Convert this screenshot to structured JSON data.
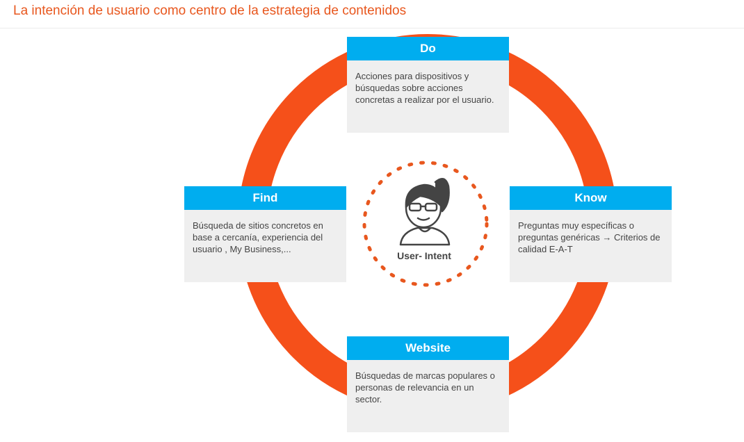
{
  "title": "La intención de usuario como centro de la estrategia de contenidos",
  "colors": {
    "title": "#e8571e",
    "ring": "#f5501a",
    "header": "#00adef",
    "card_bg": "#efefef",
    "dots": "#e8571e",
    "text": "#444444"
  },
  "center": {
    "label": "User- Intent",
    "icon": "woman-avatar-icon"
  },
  "cards": {
    "do": {
      "title": "Do",
      "body": "Acciones para dispositivos y búsquedas sobre acciones concretas a realizar por el usuario."
    },
    "find": {
      "title": "Find",
      "body": "Búsqueda de sitios concretos en base a cercanía, experiencia del usuario , My Business,..."
    },
    "know": {
      "title": "Know",
      "body": "Preguntas muy específicas o preguntas genéricas → Criterios de calidad E-A-T"
    },
    "website": {
      "title": "Website",
      "body": "Búsquedas de marcas populares o personas de relevancia en un sector."
    }
  }
}
